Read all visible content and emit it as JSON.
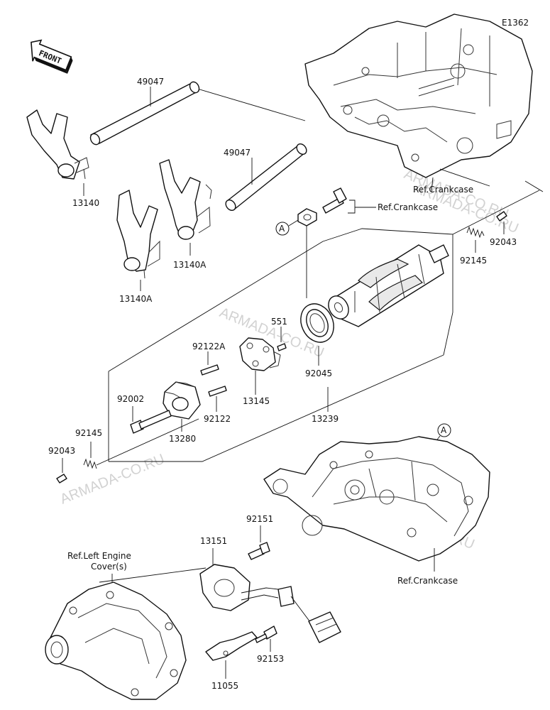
{
  "diagram_code": "E1362",
  "front_label": "FRONT",
  "watermark": "ARMADA-CO.RU",
  "callout": "A",
  "labels": {
    "p49047a": "49047",
    "p49047b": "49047",
    "p13140": "13140",
    "p13140A_1": "13140A",
    "p13140A_2": "13140A",
    "ref_crankcase_1": "Ref.Crankcase",
    "ref_crankcase_2": "Ref.Crankcase",
    "ref_crankcase_3": "Ref.Crankcase",
    "p92043a": "92043",
    "p92145a": "92145",
    "p551": "551",
    "p92122A": "92122A",
    "p92045": "92045",
    "p92002": "92002",
    "p13145": "13145",
    "p92122": "92122",
    "p13280": "13280",
    "p13239": "13239",
    "p92145b": "92145",
    "p92043b": "92043",
    "p92151": "92151",
    "p13151": "13151",
    "ref_left_cover_1": "Ref.Left Engine",
    "ref_left_cover_2": "Cover(s)",
    "p92153": "92153",
    "p11055": "11055"
  },
  "icons": [
    "front-arrow-icon",
    "callout-a-icon"
  ]
}
